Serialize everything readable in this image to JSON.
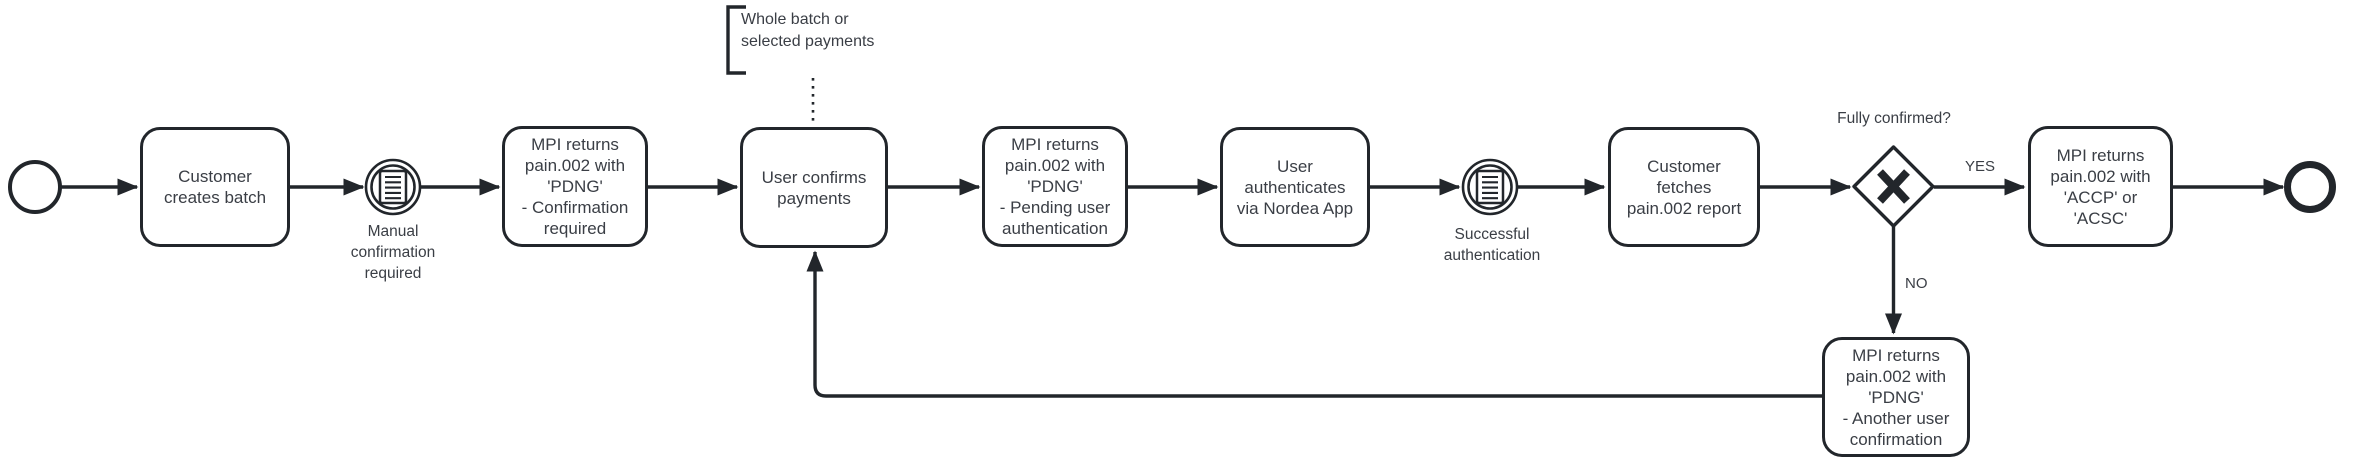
{
  "colors": {
    "stroke": "#22262b",
    "text": "#3a3e45",
    "background": "#ffffff"
  },
  "annotation": {
    "text": "Whole batch or\nselected payments"
  },
  "tasks": [
    {
      "id": "customer-creates-batch",
      "label": "Customer\ncreates batch"
    },
    {
      "id": "mpi-returns-pdng-confirmation-required",
      "label": "MPI returns\npain.002 with\n'PDNG'\n- Confirmation\nrequired"
    },
    {
      "id": "user-confirms-payments",
      "label": "User confirms\npayments"
    },
    {
      "id": "mpi-returns-pdng-pending-user-authentication",
      "label": "MPI returns\npain.002 with\n'PDNG'\n- Pending user\nauthentication"
    },
    {
      "id": "user-authenticates-via-nordea-app",
      "label": "User\nauthenticates\nvia Nordea App"
    },
    {
      "id": "customer-fetches-pain002-report",
      "label": "Customer\nfetches\npain.002 report"
    },
    {
      "id": "mpi-returns-accp-or-acsc",
      "label": "MPI returns\npain.002 with\n'ACCP' or\n'ACSC'"
    },
    {
      "id": "mpi-returns-pdng-another-user-confirmation",
      "label": "MPI returns\npain.002 with\n'PDNG'\n- Another user\nconfirmation"
    }
  ],
  "events": {
    "manual_confirmation": {
      "label": "Manual\nconfirmation\nrequired",
      "icon": "document-icon"
    },
    "successful_authentication": {
      "label": "Successful\nauthentication",
      "icon": "document-icon"
    }
  },
  "gateway": {
    "question": "Fully confirmed?",
    "yes_label": "YES",
    "no_label": "NO",
    "icon": "x-mark"
  }
}
